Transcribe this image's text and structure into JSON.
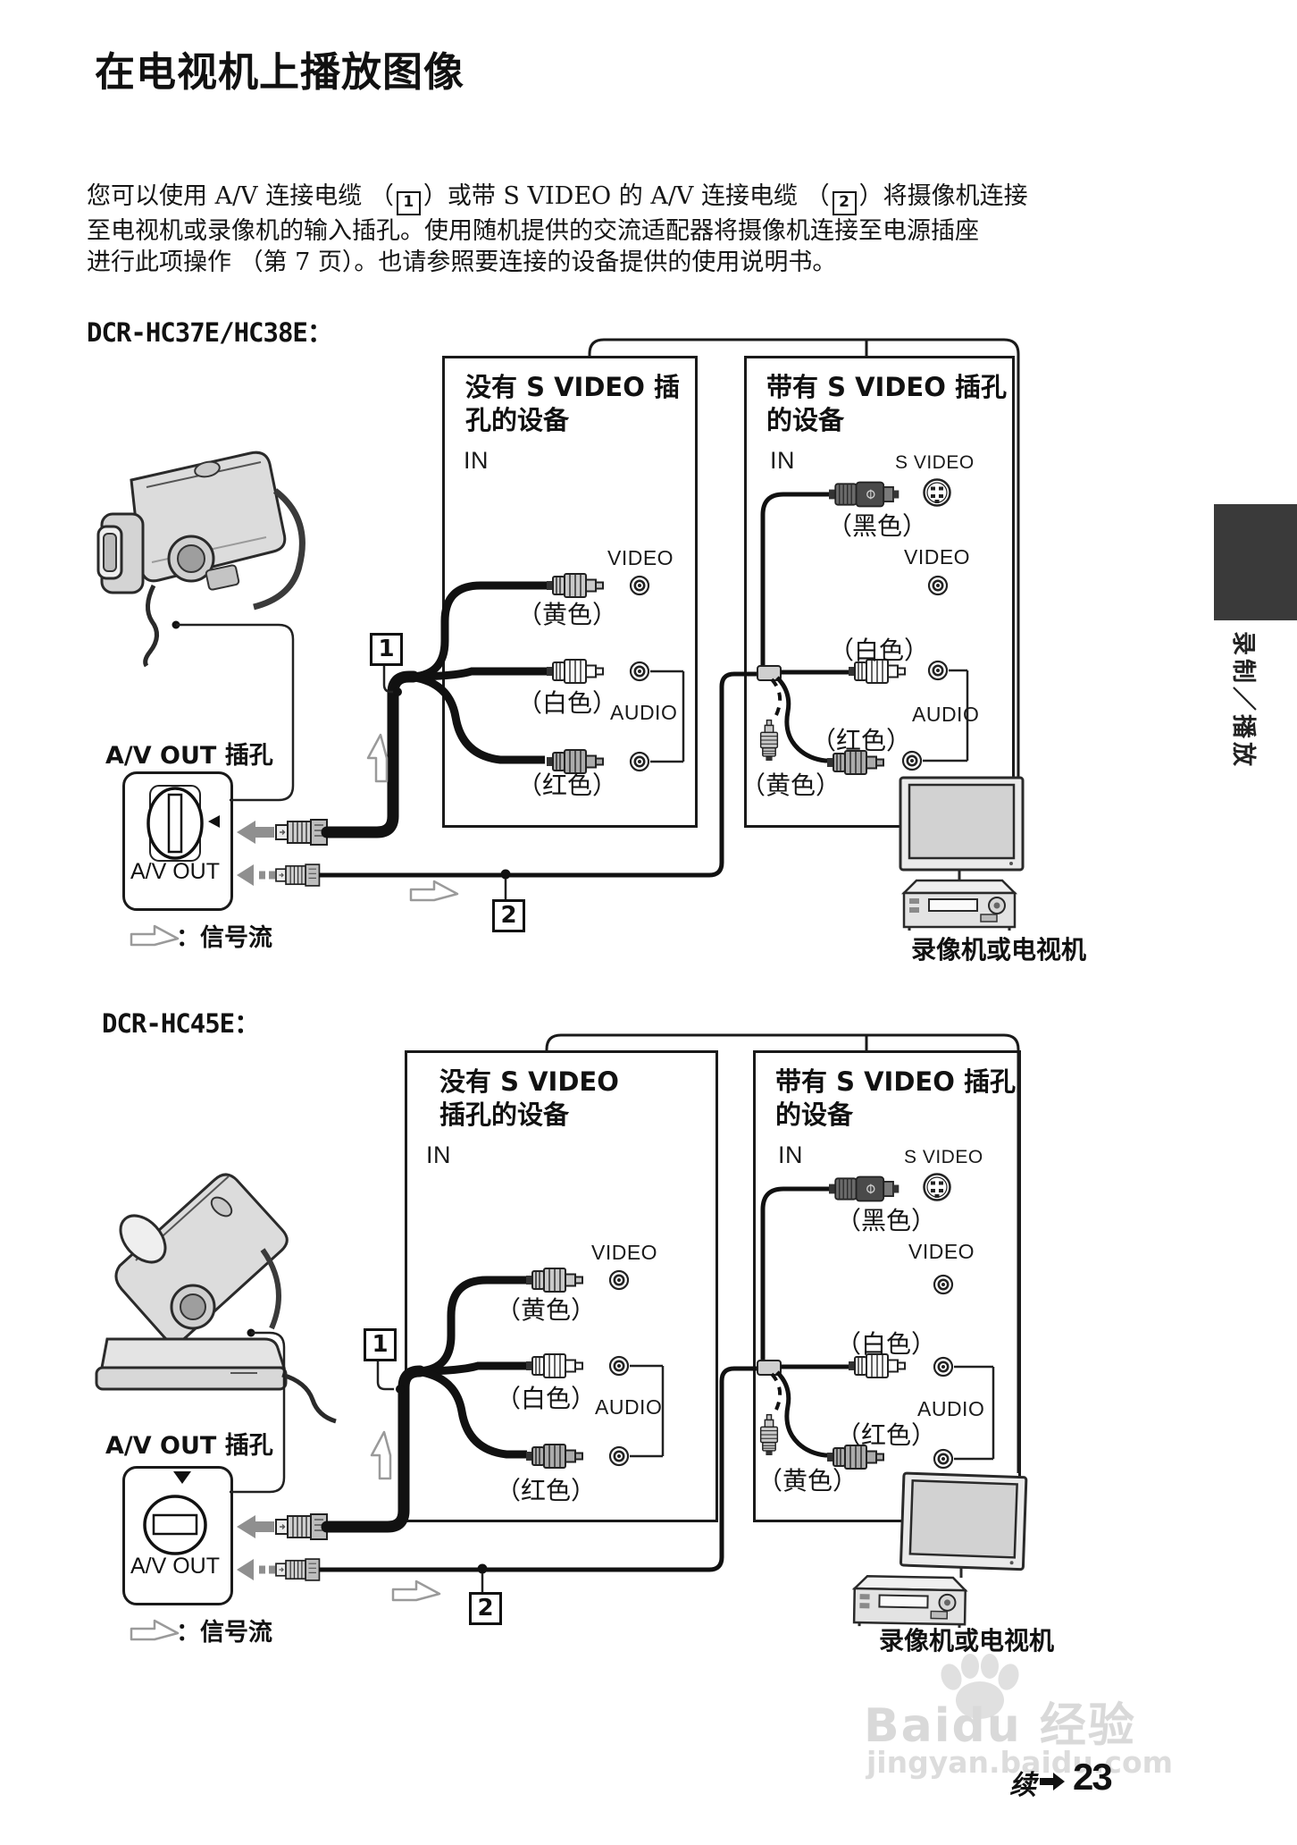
{
  "page": {
    "title": "在电视机上播放图像",
    "intro": {
      "l1a": "您可以使用 A/V 连接电缆 （",
      "n1": "1",
      "l1b": "）或带 S VIDEO 的 A/V 连接电缆 （",
      "n2": "2",
      "l1c": "）将摄像机连接",
      "l2": "至电视机或录像机的输入插孔。使用随机提供的交流适配器将摄像机连接至电源插座",
      "l3": "进行此项操作 （第 7 页）。也请参照要连接的设备提供的使用说明书。"
    }
  },
  "d1": {
    "heading": "DCR-HC37E/HC38E：",
    "left_box": {
      "title1": "没有 S VIDEO 插",
      "title2": "孔的设备",
      "in_label": "IN",
      "video_label": "VIDEO",
      "audio_label": "AUDIO",
      "yellow": "（黄色）",
      "white": "（白色）",
      "red": "（红色）"
    },
    "right_box": {
      "title1": "带有 S VIDEO 插孔",
      "title2": "的设备",
      "in_label": "IN",
      "svideo_label": "S VIDEO",
      "black": "（黑色）",
      "video_label": "VIDEO",
      "white": "（白色）",
      "audio_label": "AUDIO",
      "red": "（红色）",
      "yellow": "（黄色）"
    },
    "av_jack_label": "A/V OUT 插孔",
    "av_port_label": "A/V OUT",
    "marker1": "1",
    "marker2": "2",
    "legend_label": "：信号流",
    "device_label": "录像机或电视机"
  },
  "d2": {
    "heading": "DCR-HC45E：",
    "left_box": {
      "title1": "没有 S VIDEO",
      "title2": "插孔的设备",
      "in_label": "IN",
      "video_label": "VIDEO",
      "audio_label": "AUDIO",
      "yellow": "（黄色）",
      "white": "（白色）",
      "red": "（红色）"
    },
    "right_box": {
      "title1": "带有 S VIDEO 插孔",
      "title2": "的设备",
      "in_label": "IN",
      "svideo_label": "S VIDEO",
      "black": "（黑色）",
      "video_label": "VIDEO",
      "white": "（白色）",
      "audio_label": "AUDIO",
      "red": "（红色）",
      "yellow": "（黄色）"
    },
    "av_jack_label": "A/V OUT 插孔",
    "av_port_label": "A/V OUT",
    "marker1": "1",
    "marker2": "2",
    "legend_label": "：信号流",
    "device_label": "录像机或电视机"
  },
  "sidebar": {
    "tab_label": "录制／播放"
  },
  "footer": {
    "watermark_title": "Baidu 经验",
    "watermark_url": "jingyan.baidu.com",
    "continue_label": "续",
    "page_number": "23"
  }
}
